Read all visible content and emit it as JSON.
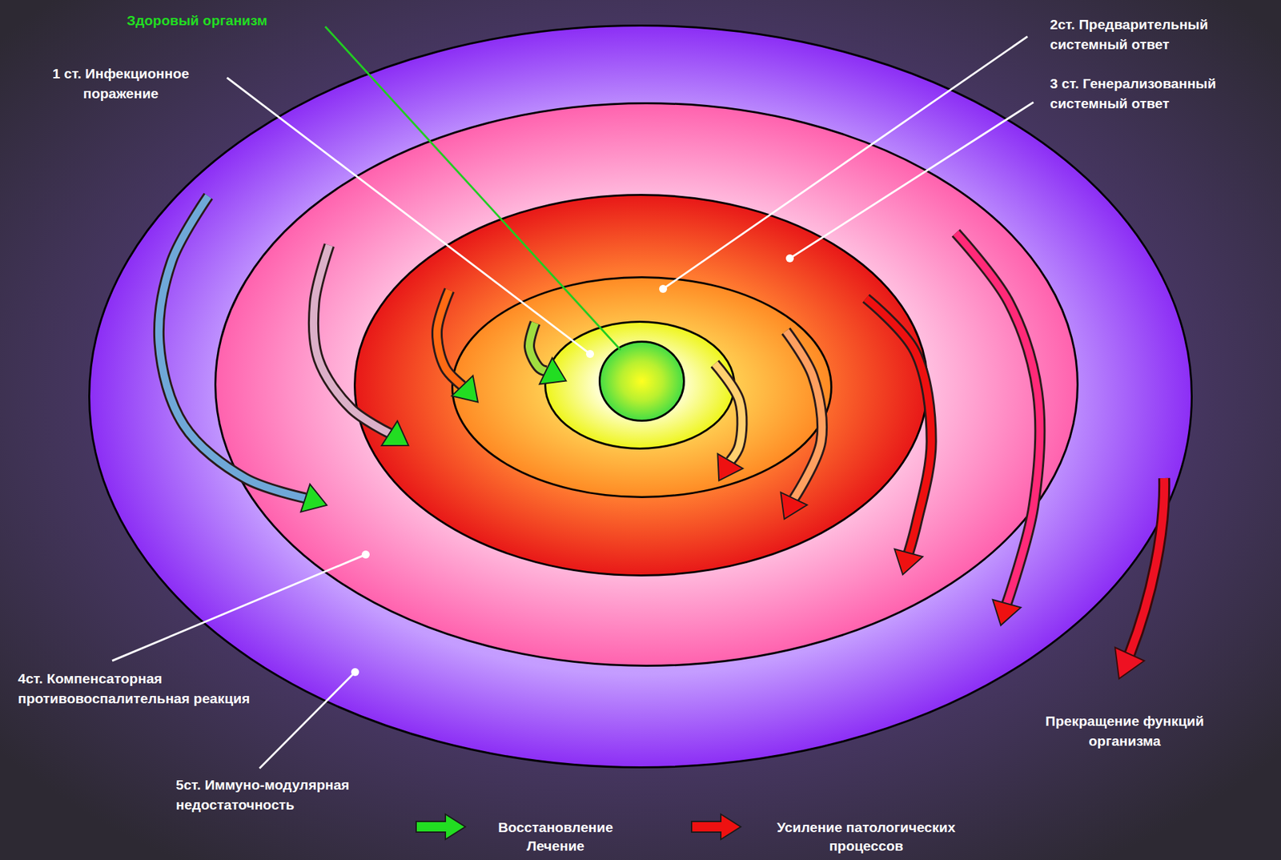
{
  "diagram": {
    "nodes": [
      {
        "text": [
          "5ст. Иммуно-модулярная недостаточность"
        ]
      },
      {
        "text": [
          "4ст. Компенсаторная противовоспалительная реакция"
        ],
        "in": 0
      },
      {
        "text": [
          "3 ст. Генерализованный системный ответ"
        ],
        "in": 1
      },
      {
        "text": [
          "2ст. Предварительный системный ответ"
        ],
        "in": 2
      },
      {
        "text": [
          "1 ст. Инфекционное поражение"
        ],
        "in": 3
      },
      {
        "text": [
          "Здоровый организм"
        ],
        "in": 4
      }
    ],
    "edges": [
      {
        "from": 0,
        "to": 1,
        "arrow": "to"
      },
      {
        "from": 1,
        "to": 2,
        "arrow": "to"
      },
      {
        "from": 2,
        "to": 3,
        "arrow": "to"
      },
      {
        "from": 3,
        "to": 4,
        "arrow": "to"
      },
      {
        "from": 4,
        "to": 3,
        "arrow": "to"
      },
      {
        "from": 3,
        "to": 2,
        "arrow": "to"
      },
      {
        "from": 2,
        "to": 1,
        "arrow": "to"
      },
      {
        "from": 1,
        "to": 0,
        "arrow": "to"
      }
    ],
    "labels": [
      "Прекращение функций организма"
    ],
    "legend": [
      {
        "text": "Восстановление Лечение",
        "color": "#22dd22"
      },
      {
        "text": "Усиление патологических процессов",
        "color": "#ee1111"
      }
    ]
  }
}
